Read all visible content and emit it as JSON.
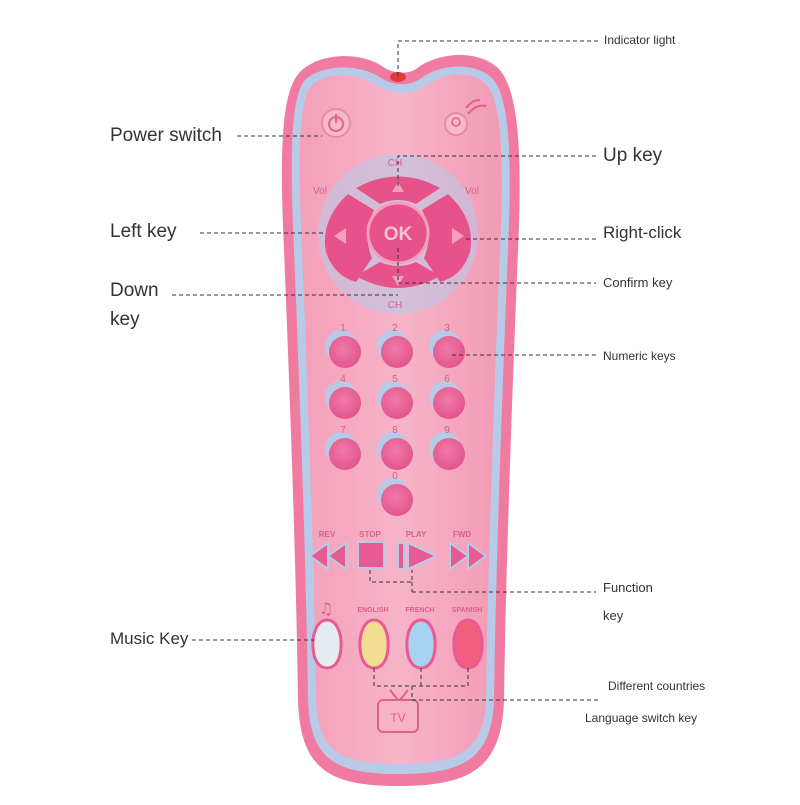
{
  "remote": {
    "body_color": "#f17aa1",
    "face_color": "#f5a0bb",
    "inner_border_color": "#b9cdea",
    "button_color": "#ea5a92",
    "button_shadow": "#b9cdea",
    "text_color": "#d85f85",
    "indicator_color": "#e03030",
    "dpad": {
      "up": "CH",
      "down": "CH",
      "left": "Vol",
      "right": "Vol",
      "ok": "OK"
    },
    "numeric_keys": [
      "1",
      "2",
      "3",
      "4",
      "5",
      "6",
      "7",
      "8",
      "9",
      "0"
    ],
    "transport": [
      "REV",
      "STOP",
      "PLAY",
      "FWD"
    ],
    "language_keys": [
      {
        "label": "",
        "icon": "music-note-icon",
        "color": "#e3ecef"
      },
      {
        "label": "ENGLISH",
        "color": "#f3df93"
      },
      {
        "label": "FRENCH",
        "color": "#a9d3f0"
      },
      {
        "label": "SPANISH",
        "color": "#f25f7d"
      }
    ],
    "tv_badge": "TV"
  },
  "callouts": {
    "indicator_light": "Indicator light",
    "power_switch": "Power switch",
    "up_key": "Up key",
    "left_key": "Left key",
    "right_click": "Right-click",
    "down_key_line1": "Down",
    "down_key_line2": "key",
    "confirm_key": "Confirm key",
    "numeric_keys": "Numeric keys",
    "function_key_line1": "Function",
    "function_key_line2": "key",
    "music_key": "Music Key",
    "countries_line1": "Different countries",
    "countries_line2": "Language switch key"
  },
  "leader_line_color": "#333333"
}
